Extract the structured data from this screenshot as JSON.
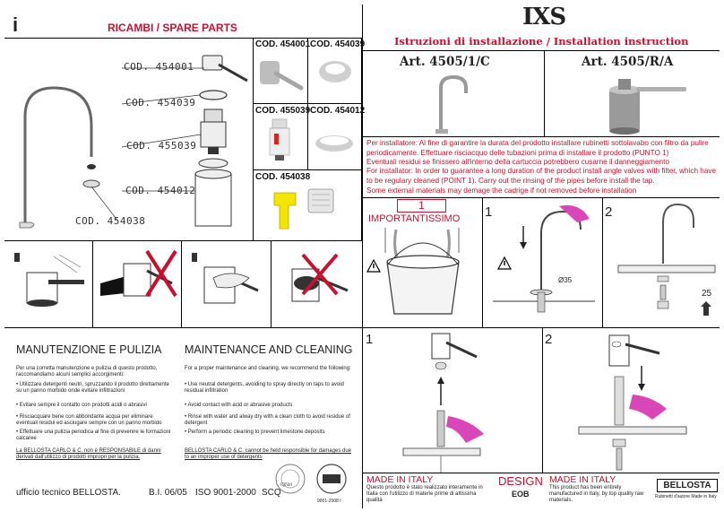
{
  "header": {
    "page_marker": "i",
    "spare_title": "RICAMBI / SPARE PARTS",
    "brand": "IXS",
    "install_title": "Istruzioni di installazione / Installation instruction",
    "art_left": "Art. 4505/1/C",
    "art_right": "Art. 4505/R/A"
  },
  "spare_parts": {
    "callouts": [
      "COD. 454001",
      "COD. 454039",
      "COD. 455039",
      "COD. 454012",
      "COD. 454038"
    ],
    "cells": [
      "COD. 454001",
      "COD. 454039",
      "COD. 455039",
      "COD. 454012",
      "COD. 454038"
    ]
  },
  "warning": {
    "lines": [
      "Per installatore: Al fine di garantire la durata del prodotto installare rubinetti sottolavabo con filtro da pulire periodicamente. Effettuare risciacquo delle tubazioni prima di installare il prodotto (PUNTO 1)",
      "Eventuali residui se finissero all'interno della cartuccia potrebbero cusarne il danneggiamento",
      "For installator: In order to guarantee a long duration of the product install angle valves with filter, which have to be regulary cleaned (POINT 1). Carry out the rinsing of the pipes before install the tap.",
      "Some external materials may demage the cadrige if not removed before installation"
    ]
  },
  "steps": {
    "step1_label": "1",
    "important": "IMPORTANTISSIMO",
    "step_a": "1",
    "step_b": "2",
    "diameter": "Ø35",
    "wrench_size": "25",
    "step_c": "1",
    "step_d": "2"
  },
  "maintenance": {
    "title_it": "MANUTENZIONE E PULIZIA",
    "title_en": "MAINTENANCE AND CLEANING",
    "intro_it": "Per una corretta manutenzione e pulizia di questo prodotto, raccomandiamo alcuni semplici accorgimenti:",
    "intro_en": "For a proper maintenance and cleaning, we recommend the following:",
    "bullets_it": [
      "Utilizzare detergenti neutri, spruzzando il prodotto direttamente su un panno morbido onde evitare infiltrazioni",
      "Evitare sempre il contatto con prodotti acidi o abrasivi",
      "Risciacquare bene con abbondante acqua per eliminare eventuali residui ed asciugare sempre con un panno morbido",
      "Effettuare una pulizia periodica al fine di prevenire le formazioni calcaree"
    ],
    "bullets_en": [
      "Use neutral detergents, avoiding to spray directly on taps to avoid residual infiltration",
      "Avoid contact with acid or abrasive products",
      "Rinse with water and alway dry with a clean cloth to avoid residue of detergent",
      "Perform a periodic cleaning to prevent limestone deposits"
    ],
    "disclaimer_it": "La BELLOSTA CARLO & C. non è RESPONSABILE di danni derivati dall'utilizzo di prodotti impropri per la pulizia.",
    "disclaimer_en": "BELLOSTA CARLO & C. cannot be held responsible for damages due to an improper use of detergents"
  },
  "footer": {
    "office": "ufficio tecnico BELLOSTA.",
    "bi": "B.I. 06/05",
    "iso": "ISO 9001-2000",
    "scq": "SCQ",
    "cert_number": "9001-2008 I",
    "iqnet": "IQNet",
    "made_it": "MADE IN ITALY",
    "made_it_text": "Questo prodotto è stato realizzato interamente in Italia con l'utilizzo di materie prime di altissima qualità",
    "design": "DESIGN",
    "design_sub": "EOB",
    "made_en": "MADE IN ITALY",
    "made_en_text": "This product has been entirely manufactured in Italy, by top quality raw materials.",
    "brand_box": "BELLOSTA",
    "brand_sub": "Rubinetti d'autore Made in Italy"
  },
  "colors": {
    "accent_red": "#c8102e",
    "pink_hand": "#d946b8",
    "yellow_key": "#f2e600"
  }
}
